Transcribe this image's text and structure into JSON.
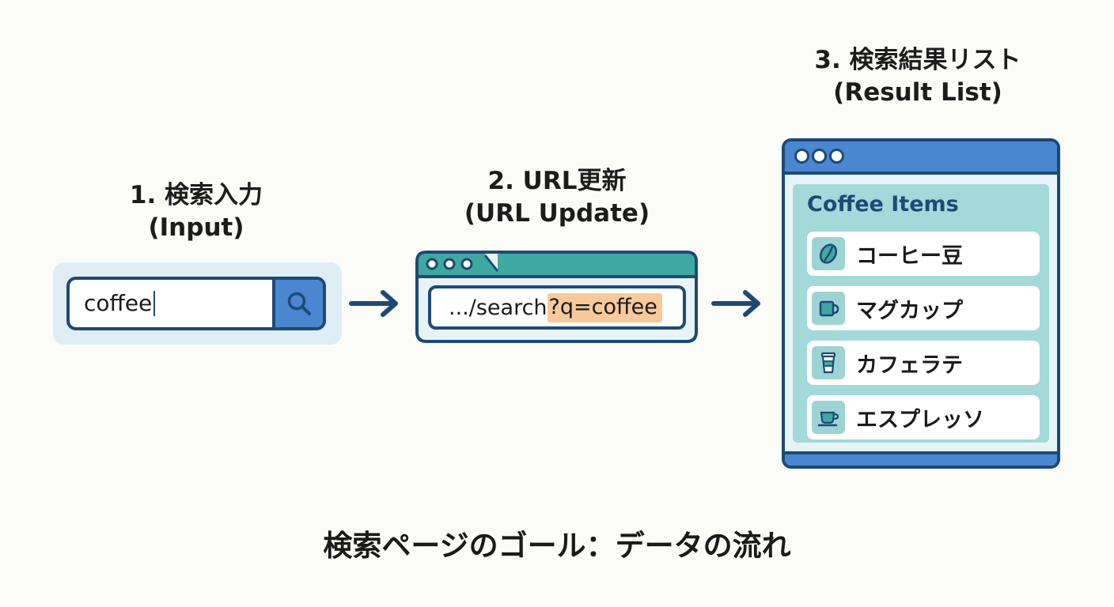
{
  "step1": {
    "title_line1": "1. 検索入力",
    "title_line2": "(Input)",
    "search_value": "coffee",
    "search_icon": "search-icon"
  },
  "step2": {
    "title_line1": "2. URL更新",
    "title_line2": "(URL Update)",
    "url_path": ".../search",
    "url_query": "?q=coffee"
  },
  "step3": {
    "title_line1": "3. 検索結果リスト",
    "title_line2": "(Result List)",
    "list_heading": "Coffee Items",
    "items": [
      {
        "label": "コーヒー豆",
        "icon": "coffee-bean-icon"
      },
      {
        "label": "マグカップ",
        "icon": "mug-icon"
      },
      {
        "label": "カフェラテ",
        "icon": "takeaway-cup-icon"
      },
      {
        "label": "エスプレッソ",
        "icon": "espresso-cup-icon"
      }
    ]
  },
  "caption": "検索ページのゴール：データの流れ",
  "colors": {
    "navy": "#1d4a75",
    "blue": "#4b86d1",
    "teal": "#3fa8a0",
    "highlight": "#f8c99b",
    "list_panel": "#a3d9d8"
  }
}
